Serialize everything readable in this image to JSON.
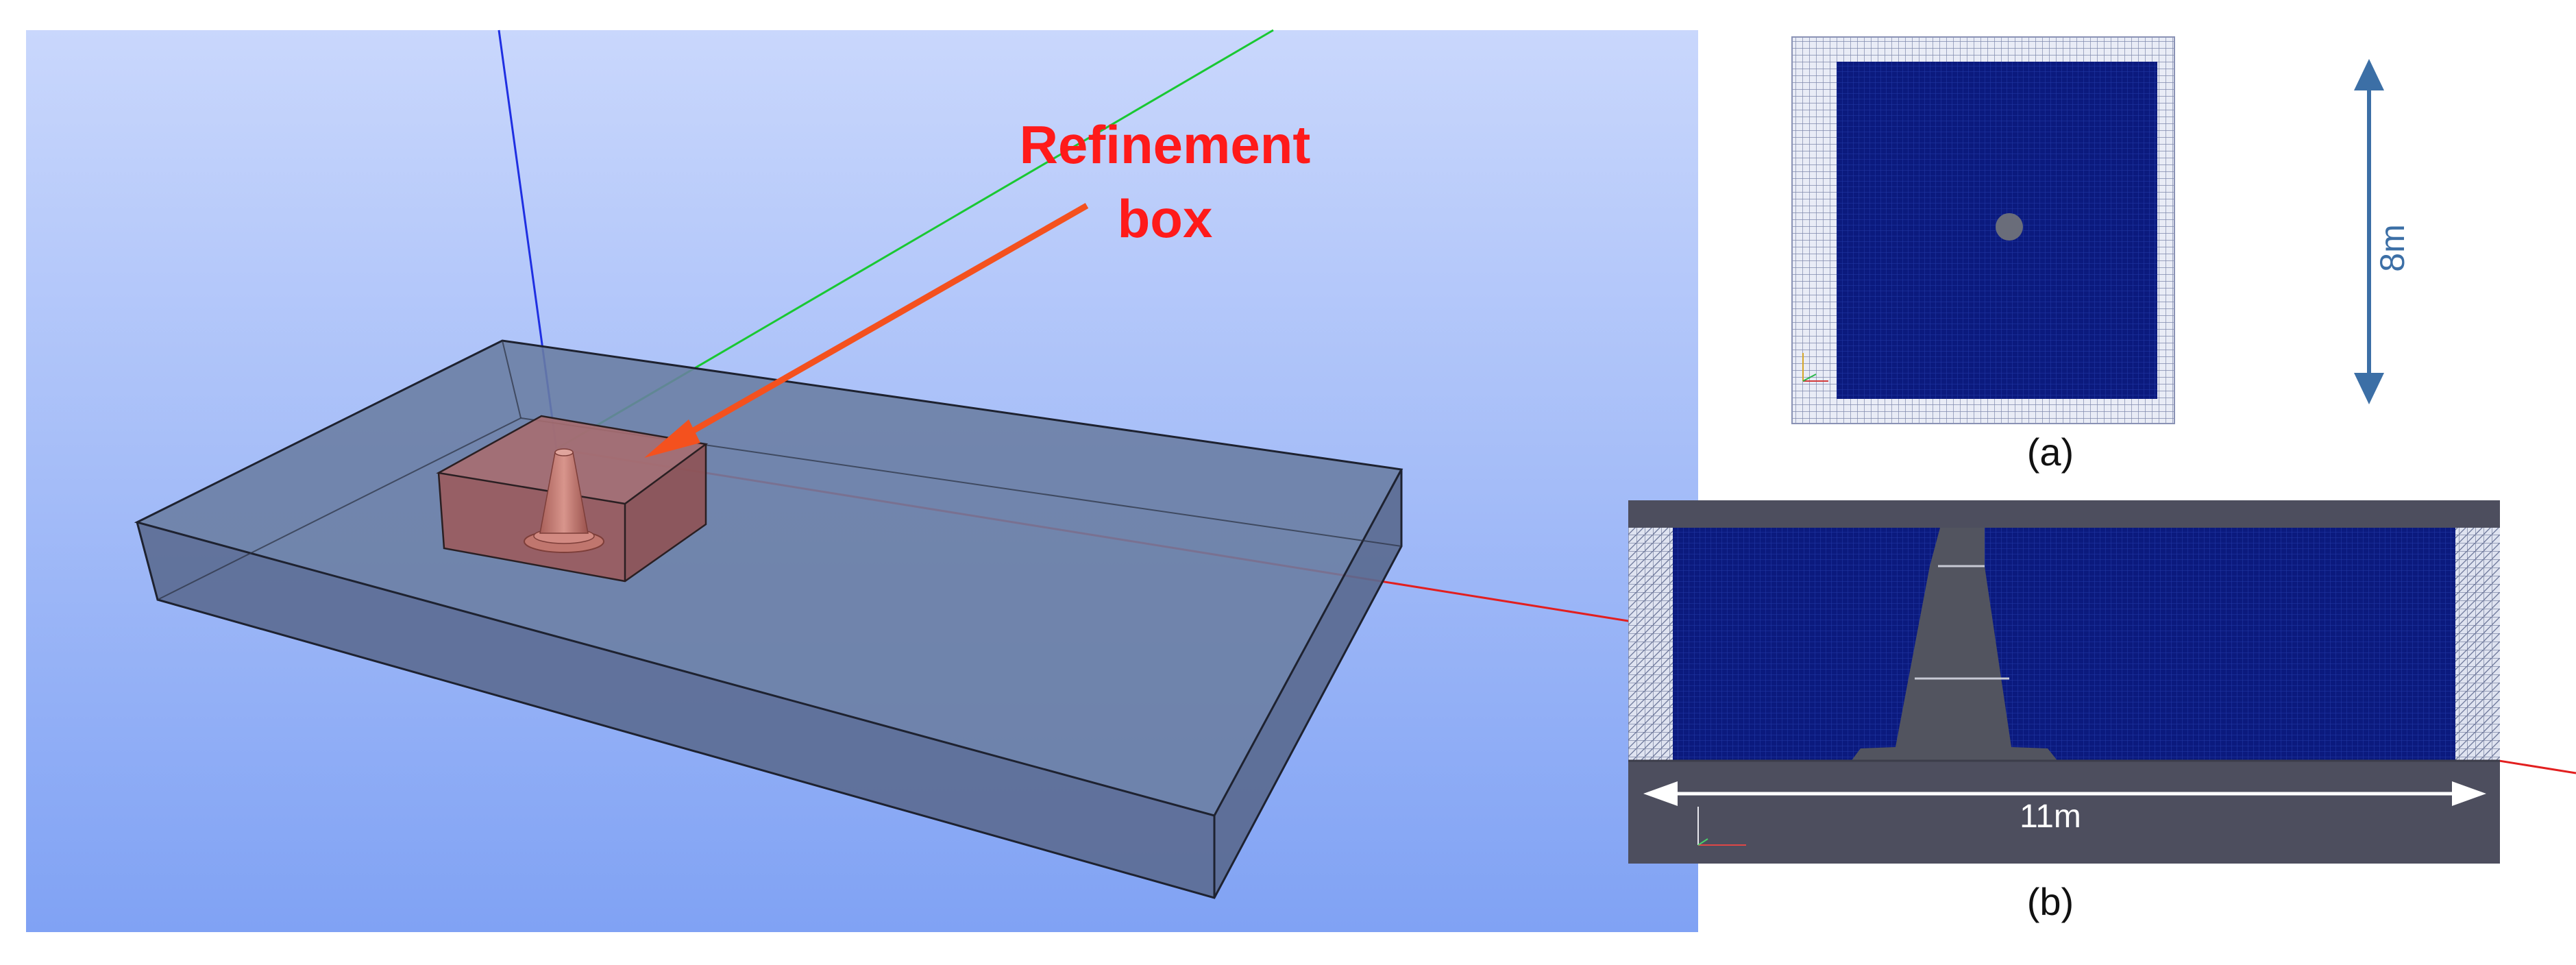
{
  "annotation": {
    "line1": "Refinement",
    "line2": "box"
  },
  "panel_a": {
    "caption": "(a)",
    "dimension": "8m"
  },
  "panel_b": {
    "caption": "(b)",
    "dimension": "11m"
  },
  "colors": {
    "viewport_top": "#c9d7fc",
    "viewport_bottom": "#80a2f4",
    "annotation_text": "#ff1a1a",
    "annotation_arrow": "#f4511e",
    "mesh_blue": "#0b1a7e",
    "structure_gray": "#4d4e5e",
    "dimension_arrow": "#3c6fa6",
    "axis_x": "#e21f1f",
    "axis_y": "#19c832",
    "axis_z": "#1f2fe2"
  }
}
